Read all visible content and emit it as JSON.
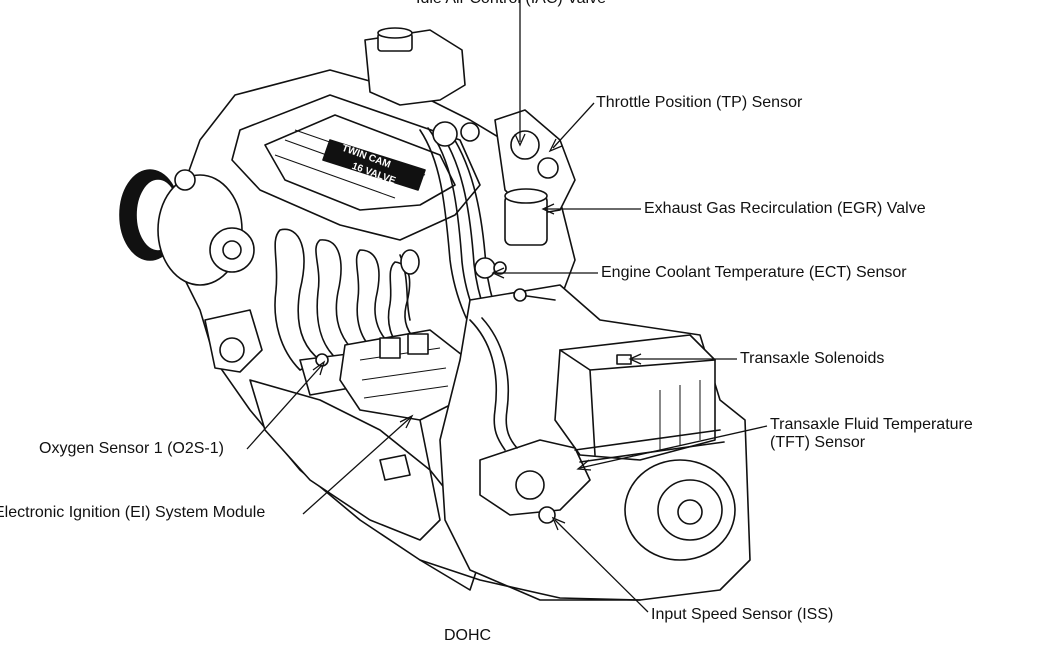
{
  "diagram": {
    "caption": "DOHC",
    "labels": {
      "iac": "Idle Air Control (IAC) Valve",
      "tp": "Throttle Position (TP) Sensor",
      "egr": "Exhaust Gas Recirculation (EGR) Valve",
      "ect": "Engine Coolant Temperature (ECT) Sensor",
      "solenoids": "Transaxle Solenoids",
      "tft_line1": "Transaxle Fluid Temperature",
      "tft_line2": "(TFT) Sensor",
      "o2s": "Oxygen Sensor 1 (O2S-1)",
      "ei": "Electronic Ignition (EI) System Module",
      "iss": "Input Speed Sensor (ISS)"
    },
    "valve_cover_text": [
      "TWIN CAM",
      "16 VALVE"
    ]
  }
}
